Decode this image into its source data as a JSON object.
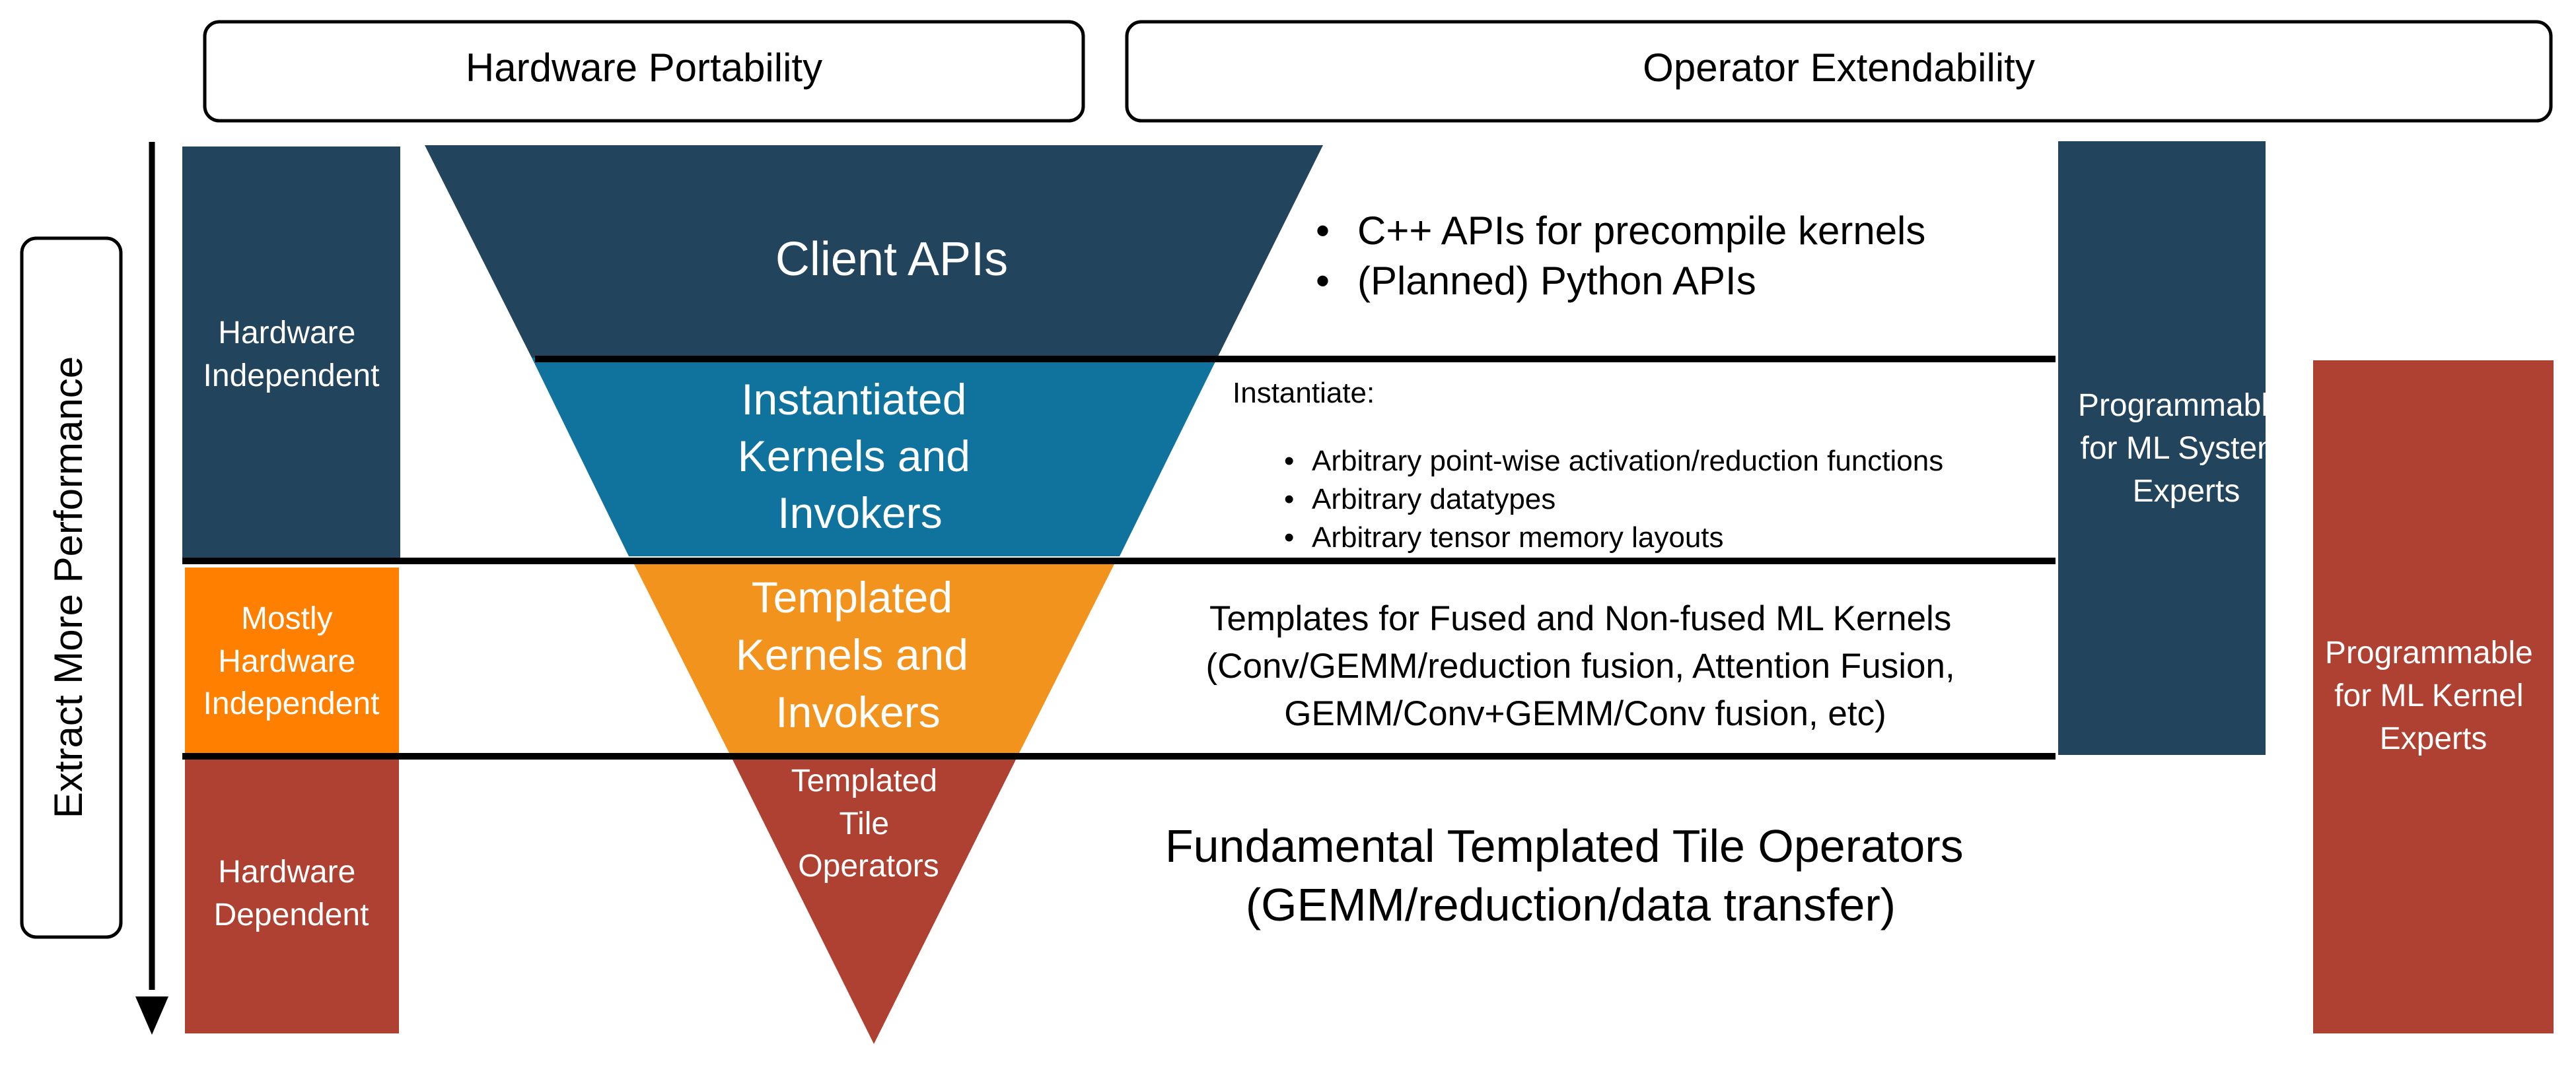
{
  "headers": {
    "portability": "Hardware Portability",
    "extendability": "Operator Extendability"
  },
  "side_label": "Extract More Performance",
  "levels": {
    "independent": [
      "Hardware",
      "Independent"
    ],
    "mostly": [
      "Mostly",
      "Hardware",
      "Independent"
    ],
    "dependent": [
      "Hardware",
      "Dependent"
    ]
  },
  "funnel": {
    "client": [
      "Client APIs"
    ],
    "instantiated": [
      "Instantiated",
      "Kernels and",
      "Invokers"
    ],
    "templated": [
      "Templated",
      "Kernels and",
      "Invokers"
    ],
    "tile": [
      "Templated",
      "Tile",
      "Operators"
    ]
  },
  "descriptions": {
    "client_bullets": [
      "C++ APIs for precompile kernels",
      "(Planned) Python APIs"
    ],
    "instantiate_title": "Instantiate:",
    "instantiate_bullets": [
      "Arbitrary point-wise activation/reduction functions",
      "Arbitrary datatypes",
      "Arbitrary tensor memory layouts"
    ],
    "templates": [
      "Templates for Fused and Non-fused ML Kernels",
      "(Conv/GEMM/reduction fusion, Attention Fusion,",
      "GEMM/Conv+GEMM/Conv fusion, etc)"
    ],
    "fundamental": [
      "Fundamental Templated Tile Operators",
      "(GEMM/reduction/data transfer)"
    ]
  },
  "experts": {
    "system": [
      "Programmable",
      "for ML System",
      "Experts"
    ],
    "kernel": [
      "Programmable",
      "for ML Kernel",
      "Experts"
    ]
  },
  "colors": {
    "navy": "#23445D",
    "blue": "#10739E",
    "orange": "#F2931E",
    "bright_orange": "#FF8000",
    "red": "#AE4132"
  }
}
